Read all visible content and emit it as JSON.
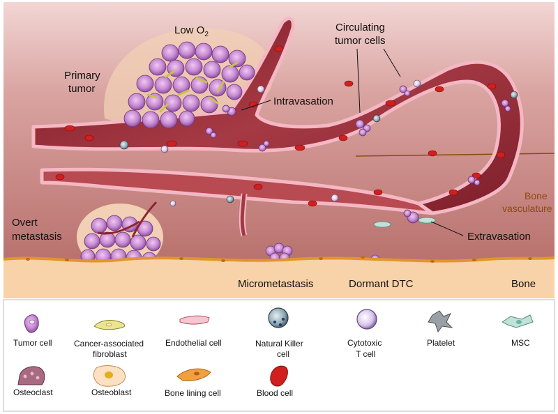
{
  "labels": {
    "low_o2": "Low O",
    "low_o2_sub": "2",
    "primary_tumor": [
      "Primary",
      "tumor"
    ],
    "intravasation": "Intravasation",
    "circulating": [
      "Circulating",
      "tumor  cells"
    ],
    "bone_vasculature": [
      "Bone",
      "vasculature"
    ],
    "overt_metastasis": [
      "Overt",
      "metastasis"
    ],
    "extravasation": "Extravasation",
    "micrometastasis": "Micrometastasis",
    "dormant_dtc": "Dormant  DTC",
    "bone": "Bone"
  },
  "legend": {
    "tumor_cell": [
      "Tumor cell"
    ],
    "caf": [
      "Cancer-associated",
      "fibroblast"
    ],
    "endothelial": [
      "Endothelial cell"
    ],
    "nk_cell": [
      "Natural Killer",
      "cell"
    ],
    "t_cell": [
      "Cytotoxic",
      "T cell"
    ],
    "platelet": [
      "Platelet"
    ],
    "msc": [
      "MSC"
    ],
    "osteoclast": [
      "Osteoclast"
    ],
    "osteoblast": [
      "Osteoblast"
    ],
    "bone_lining": [
      "Bone lining cell"
    ],
    "blood_cell": [
      "Blood cell"
    ]
  },
  "colors": {
    "vessel_fill": "#8e2430",
    "vessel_edge": "#f4b8c4",
    "tissue_top": "#c88a86",
    "bone": "#f8d2a8",
    "tumor": "#b77fc7",
    "rbc": "#d11f1f"
  }
}
